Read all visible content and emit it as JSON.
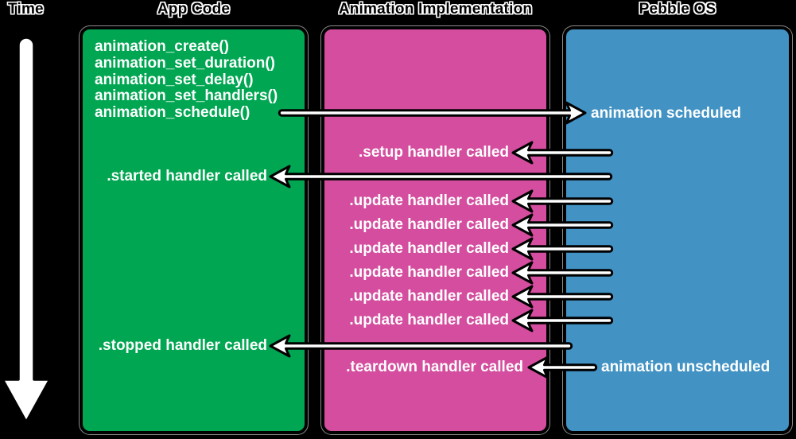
{
  "diagram": {
    "time_label": "Time",
    "columns": [
      {
        "header": "App Code",
        "color": "#00a651"
      },
      {
        "header": "Animation Implementation",
        "color": "#d44d9e"
      },
      {
        "header": "Pebble OS",
        "color": "#4293c4"
      }
    ],
    "app_code_calls": [
      "animation_create()",
      "animation_set_duration()",
      "animation_set_delay()",
      "animation_set_handlers()",
      "animation_schedule()"
    ],
    "messages": {
      "animation_scheduled": "animation scheduled",
      "setup": ".setup handler called",
      "started": ".started handler called",
      "update": ".update handler called",
      "stopped": ".stopped handler called",
      "teardown": ".teardown handler called",
      "animation_unscheduled": "animation unscheduled"
    },
    "colors": {
      "background": "#000000",
      "label_text": "#ffffff",
      "arrow_fill": "#ffffff",
      "arrow_outline": "#000000"
    }
  }
}
